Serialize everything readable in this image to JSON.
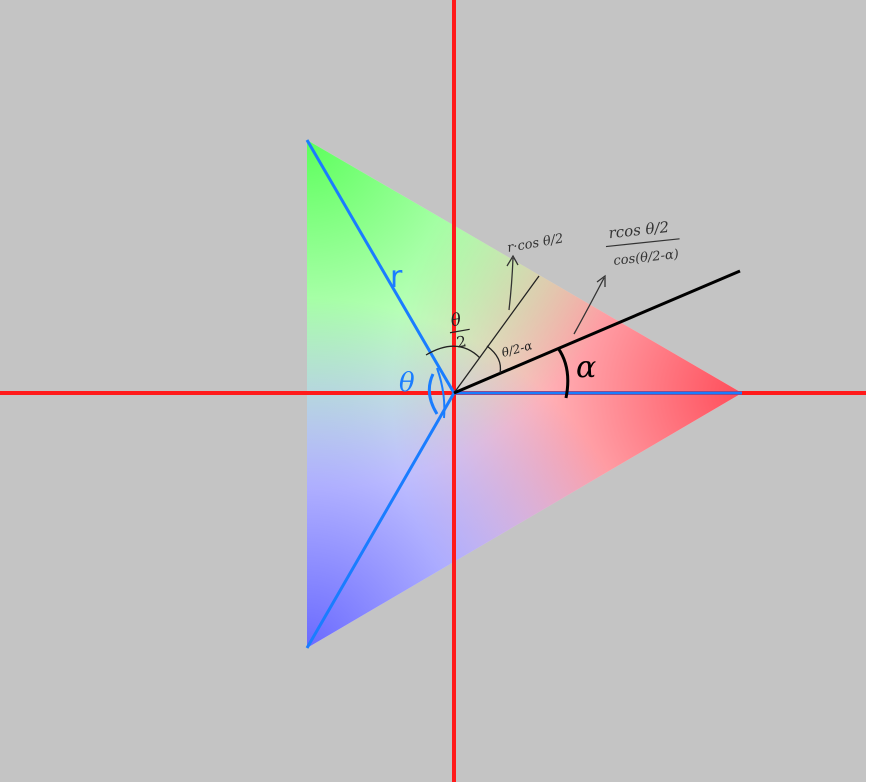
{
  "colors": {
    "background": "#c4c4c4",
    "axis": "#ff1a1a",
    "radius": "#1a7dff",
    "ray": "#000000",
    "annotation": "#333333",
    "vertex_red": "#ff4d5a",
    "vertex_green": "#5cff5c",
    "vertex_blue": "#6a6aff",
    "center": "#ffffff"
  },
  "labels": {
    "r": "r",
    "theta": "θ",
    "alpha": "α",
    "theta_half_num": "θ",
    "theta_half_den": "2",
    "half_minus_alpha": "θ/2-α",
    "r_cos": "r·cos θ/2",
    "fraction_num": "rcos θ/2",
    "fraction_den": "cos(θ/2-α)"
  },
  "icons": {
    "arrow_left": "arrow-up-icon",
    "arrow_right": "arrow-up-right-icon"
  }
}
